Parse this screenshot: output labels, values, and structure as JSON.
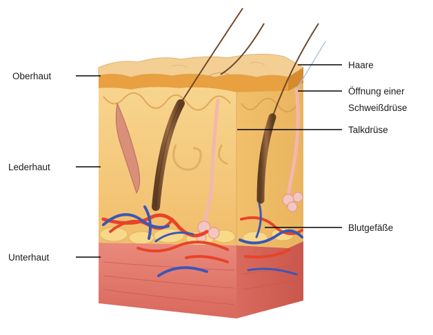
{
  "labels": {
    "oberhaut": "Oberhaut",
    "lederhaut": "Lederhaut",
    "unterhaut": "Unterhaut",
    "haare": "Haare",
    "oeffnung_line1": "Öffnung einer",
    "oeffnung_line2": "Schweißdrüse",
    "talkdruese": "Talkdrüse",
    "blutgefaesse": "Blutgefäße"
  },
  "colors": {
    "epidermis": "#e8a040",
    "dermis": "#f6cf7e",
    "subcutis": "#e07a6e",
    "artery": "#e8432a",
    "vein": "#3a57b8",
    "hair": "#7a5232",
    "gland": "#f4c6c0"
  }
}
